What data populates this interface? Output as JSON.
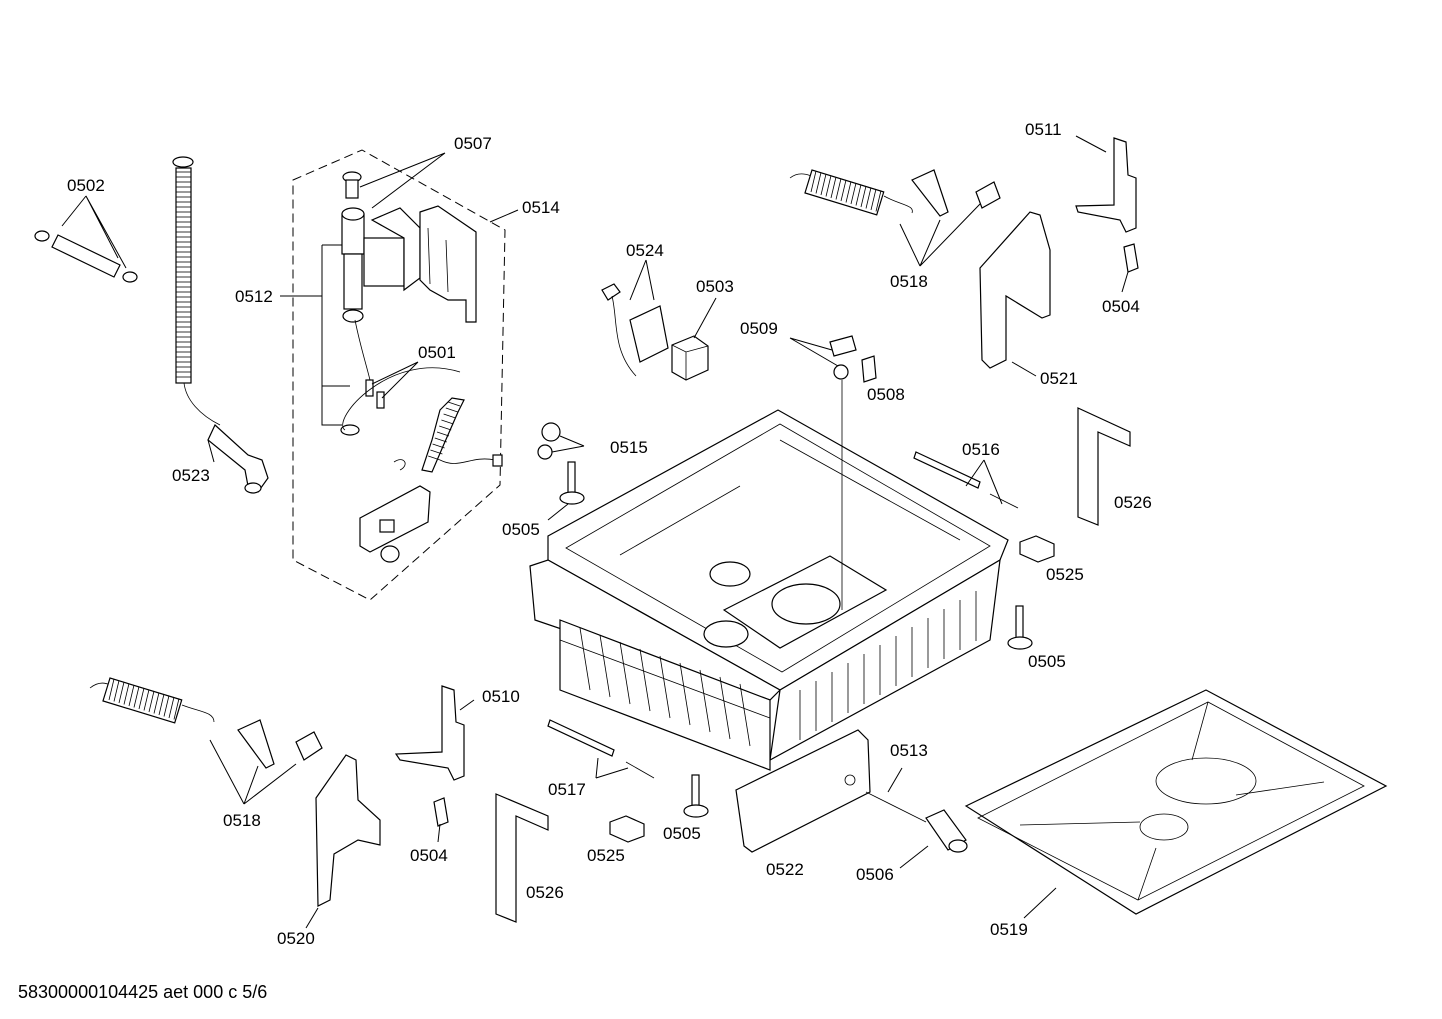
{
  "footer": "58300000104425 aet 000 c 5/6",
  "labels": {
    "p0502": "0502",
    "p0507": "0507",
    "p0514": "0514",
    "p0512": "0512",
    "p0501": "0501",
    "p0523": "0523",
    "p0524": "0524",
    "p0503": "0503",
    "p0509": "0509",
    "p0508": "0508",
    "p0515": "0515",
    "p0505a": "0505",
    "p0518a": "0518",
    "p0511": "0511",
    "p0504a": "0504",
    "p0521": "0521",
    "p0516": "0516",
    "p0526a": "0526",
    "p0525a": "0525",
    "p0505b": "0505",
    "p0510": "0510",
    "p0518b": "0518",
    "p0517": "0517",
    "p0504b": "0504",
    "p0525b": "0525",
    "p0505c": "0505",
    "p0513": "0513",
    "p0522": "0522",
    "p0506": "0506",
    "p0526b": "0526",
    "p0520": "0520",
    "p0519": "0519"
  }
}
